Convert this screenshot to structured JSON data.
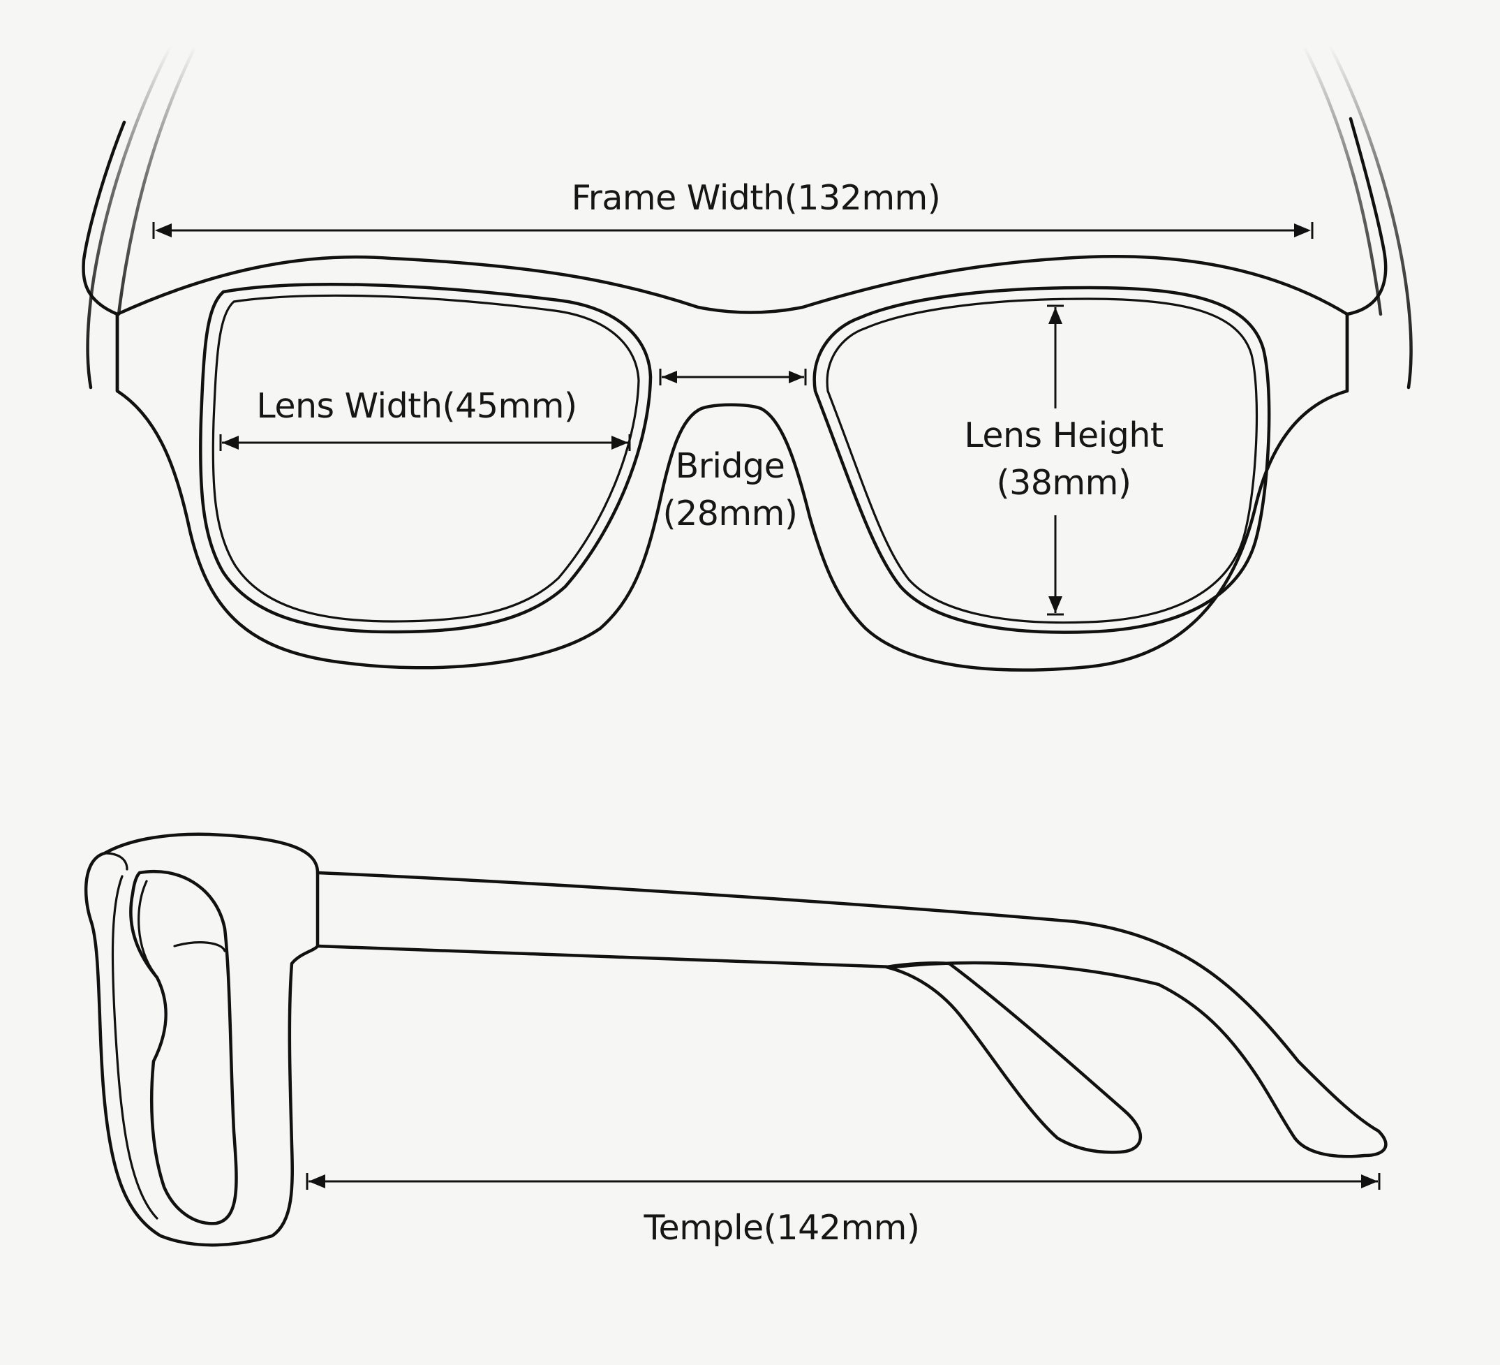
{
  "labels": {
    "frame_width": "Frame Width(132mm)",
    "lens_width": "Lens Width(45mm)",
    "bridge_line1": "Bridge",
    "bridge_line2": "(28mm)",
    "lens_height_line1": "Lens Height",
    "lens_height_line2": "(38mm)",
    "temple": "Temple(142mm)"
  },
  "colors": {
    "background": "#f6f6f5",
    "line": "#111111"
  }
}
